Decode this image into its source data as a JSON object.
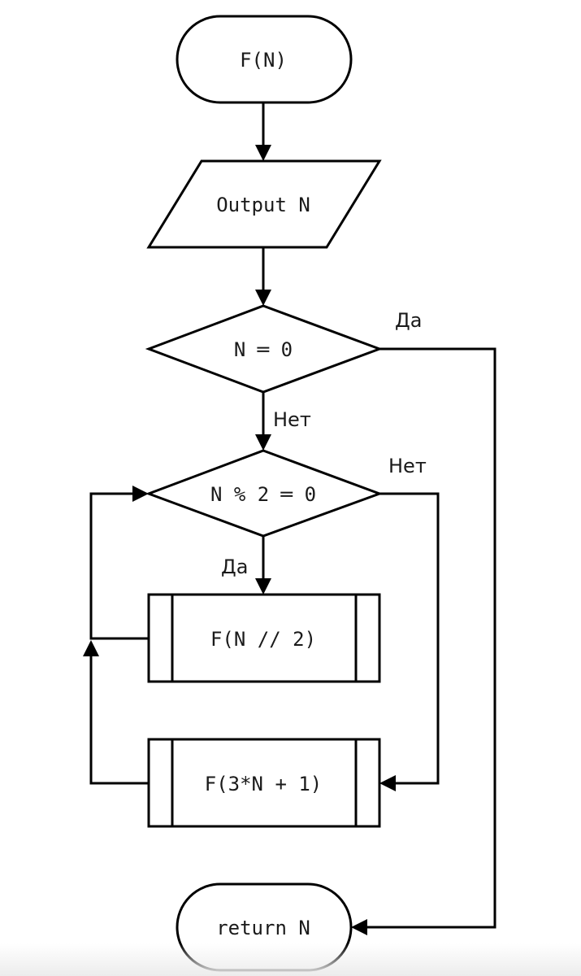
{
  "diagram": {
    "type": "flowchart",
    "nodes": [
      {
        "id": "start",
        "kind": "terminal",
        "text": "F(N)"
      },
      {
        "id": "output",
        "kind": "io",
        "text": "Output N"
      },
      {
        "id": "check_zero",
        "kind": "decision",
        "text": "N ═ 0"
      },
      {
        "id": "check_even",
        "kind": "decision",
        "text": "N % 2 ═ 0"
      },
      {
        "id": "call_half",
        "kind": "subprocess",
        "text": "F(N // 2)"
      },
      {
        "id": "call_triple",
        "kind": "subprocess",
        "text": "F(3*N + 1)"
      },
      {
        "id": "end",
        "kind": "terminal",
        "text": "return N"
      }
    ],
    "edges": [
      {
        "from": "start",
        "to": "output",
        "label": ""
      },
      {
        "from": "output",
        "to": "check_zero",
        "label": ""
      },
      {
        "from": "check_zero",
        "to": "end",
        "label": "Да"
      },
      {
        "from": "check_zero",
        "to": "check_even",
        "label": "Нет"
      },
      {
        "from": "check_even",
        "to": "call_half",
        "label": "Да"
      },
      {
        "from": "check_even",
        "to": "call_triple",
        "label": "Нет"
      },
      {
        "from": "call_half",
        "to": "check_even",
        "label": ""
      },
      {
        "from": "call_triple",
        "to": "check_even",
        "label": ""
      }
    ],
    "labels": {
      "yes": "Да",
      "no": "Нет"
    }
  }
}
